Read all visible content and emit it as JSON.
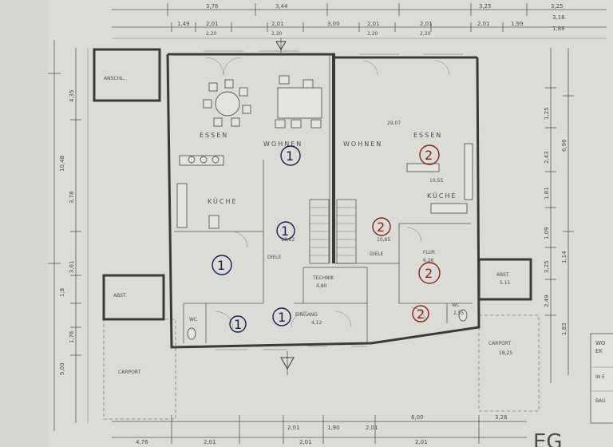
{
  "rooms": {
    "anschl": "ANSCHL.",
    "abstell_left": "ABST.",
    "abstell_right": "ABST.",
    "abstell_right_area": "5,11",
    "carport_left": "CARPORT",
    "carport_right": "CARPORT",
    "carport_right_area": "18,25",
    "essen_1": "ESSEN",
    "wohnen_1": "WOHNEN",
    "kueche_1": "KÜCHE",
    "diele_1": "DIELE",
    "diele_1_area": "10,12",
    "technik": "TECHNIK",
    "technik_area": "4,80",
    "eingang": "EINGANG",
    "eingang_area": "4,12",
    "wc_1": "WC",
    "wohnen_2": "WOHNEN",
    "wohnen_2_area": "29,07",
    "essen_2": "ESSEN",
    "kueche_2": "KÜCHE",
    "kueche_2_area": "10,55",
    "diele_2": "DIELE",
    "diele_2_area": "10,85",
    "flur_2": "FLUR",
    "flur_2_area": "6,26",
    "wc_2": "WC",
    "wc_2_area": "2,55"
  },
  "unit_marks": {
    "unit_1": "1",
    "unit_2": "2"
  },
  "dimensions": {
    "top_row_1": [
      "3,76",
      "3,44",
      "3,25",
      "3,25"
    ],
    "top_row_2": [
      "1,49",
      "2,01",
      "2,01",
      "3,00",
      "2,01",
      "2,01",
      "2,01",
      "1,99"
    ],
    "top_row_2b": [
      "2,20",
      "2,20",
      "2,20",
      "2,20"
    ],
    "top_right": [
      "3,16",
      "1,88"
    ],
    "left_col": [
      "10,48",
      "4,35",
      "3,78",
      "3,61",
      "1,8",
      "1,76",
      "5,00"
    ],
    "right_col": [
      "6,96",
      "1,25",
      "2,43",
      "1,81",
      "1,09",
      "3,25",
      "2,49",
      "1,14",
      "1,83"
    ],
    "bottom_row": [
      "6,00",
      "3,26",
      "2,01",
      "1,90",
      "2,01"
    ],
    "bottom_row_2": [
      "4,76",
      "2,01",
      "2,01",
      "2,01"
    ]
  },
  "title_block": {
    "line1": "WO",
    "line2": "EK",
    "line3": "IN E",
    "line4": "BAU"
  },
  "bottom_mark": "EG",
  "colors": {
    "paper": "#dcdcd6",
    "ink": "#3a3a3a",
    "unit1_pen": "#1a1a55",
    "unit2_pen": "#8a1f1f"
  }
}
